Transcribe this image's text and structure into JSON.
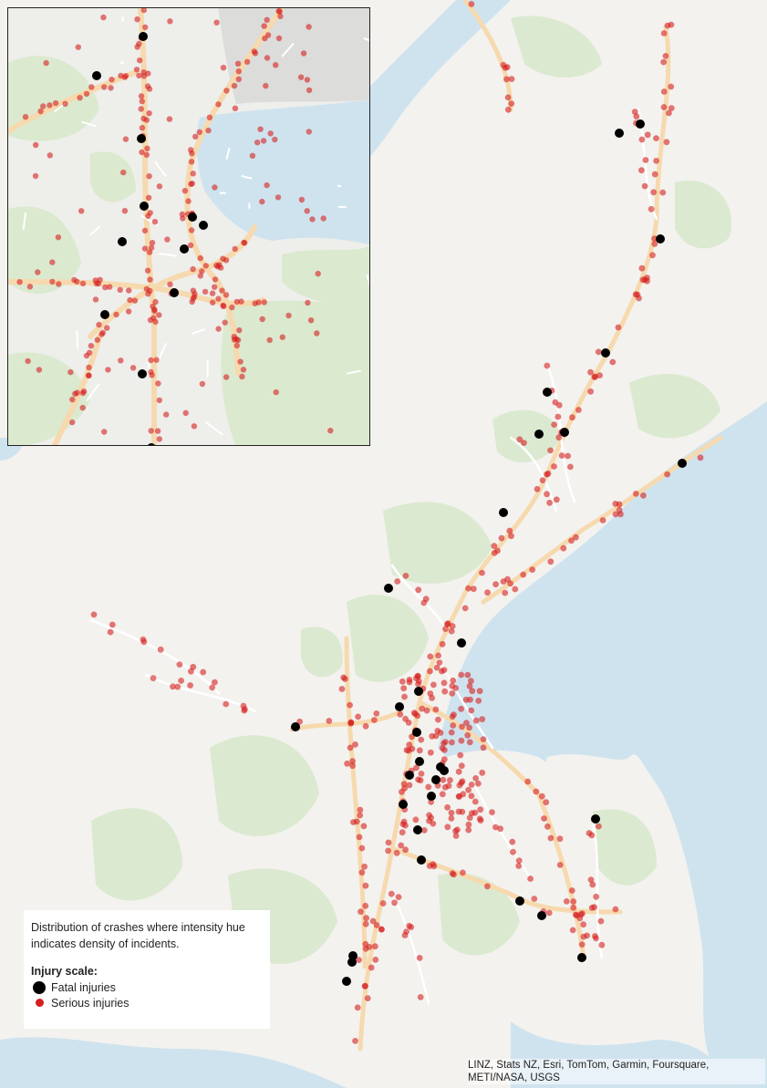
{
  "legend": {
    "description": "Distribution of crashes where intensity hue indicates density of incidents.",
    "scale_title": "Injury scale:",
    "items": [
      {
        "label": "Fatal injuries",
        "color": "#000000",
        "icon": "fatal-dot-icon"
      },
      {
        "label": "Serious injuries",
        "color": "#d61f1f",
        "icon": "serious-dot-icon"
      }
    ]
  },
  "attribution": "LINZ, Stats NZ, Esri, TomTom, Garmin, Foursquare, METI/NASA, USGS",
  "colors": {
    "water": "#cfe3ef",
    "land": "#f3f2ee",
    "park": "#d8e8cc",
    "major_road": "#f6d9ae",
    "minor_road": "#ffffff",
    "fatal": "#000000",
    "serious": "#d61f1f"
  }
}
